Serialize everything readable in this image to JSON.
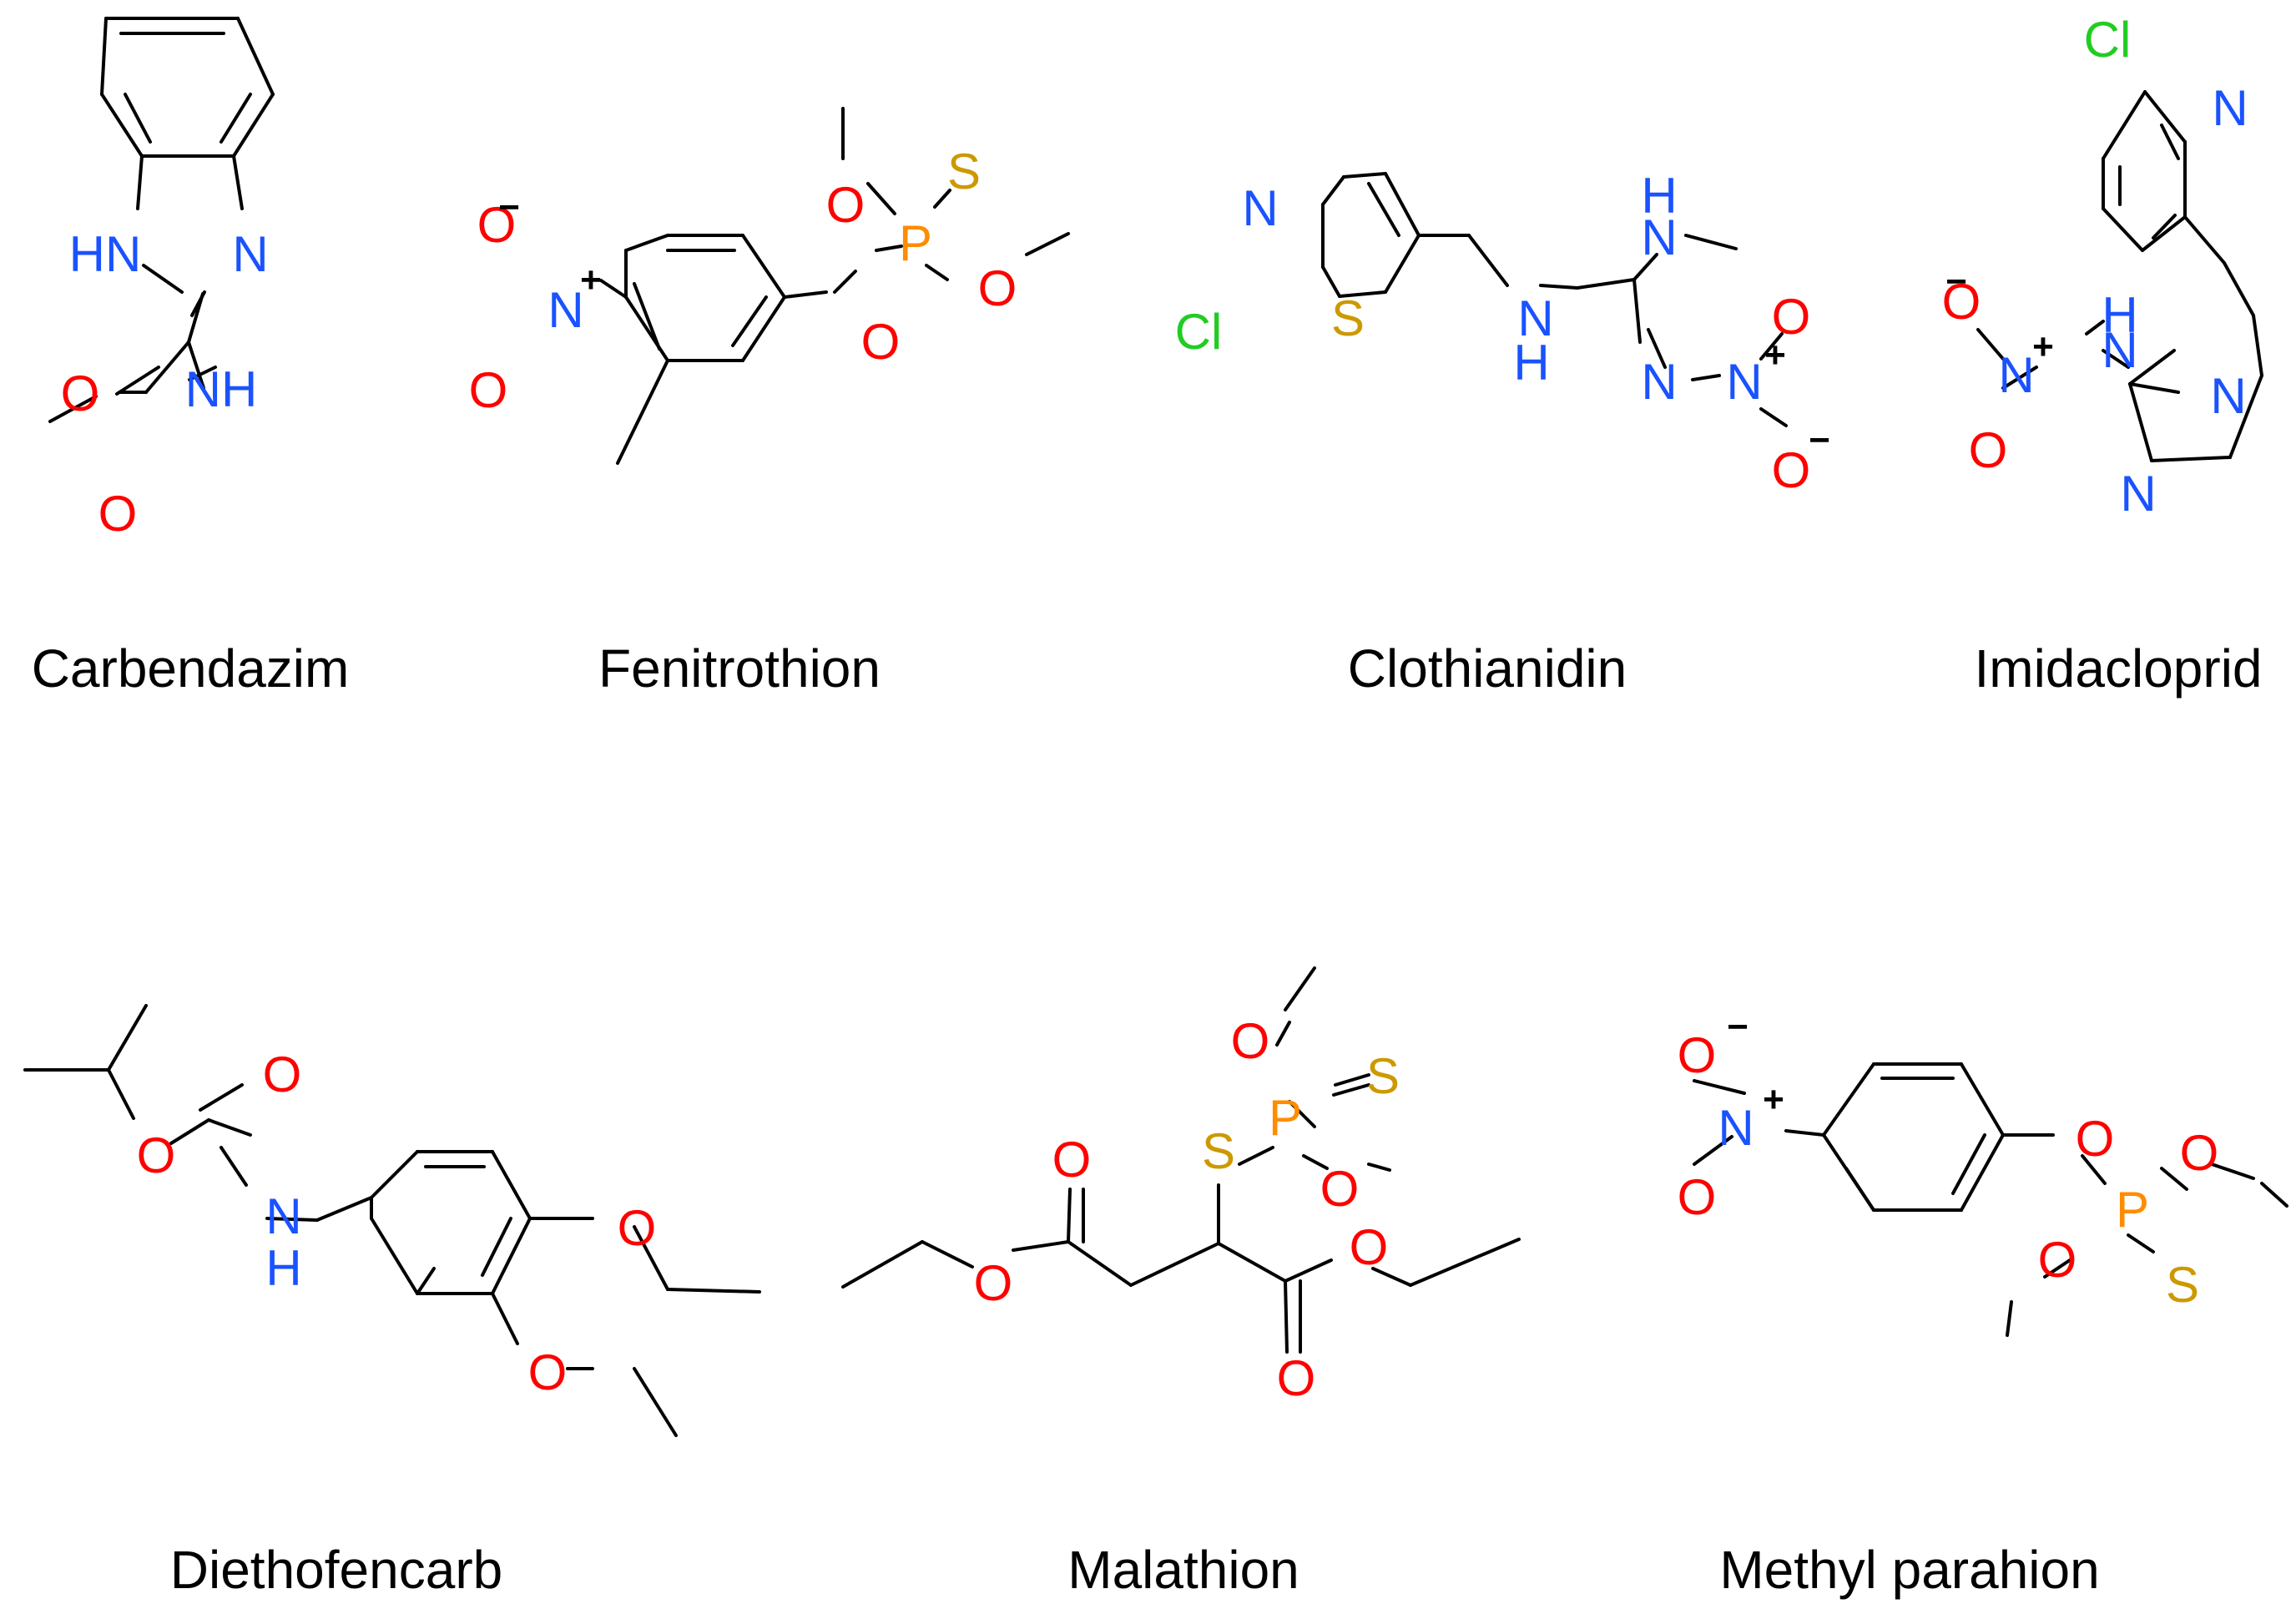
{
  "colors": {
    "bond": "#000000",
    "O": "#ff0000",
    "N": "#1a52ff",
    "S": "#cc9900",
    "P": "#ff8c00",
    "Cl": "#22cc22"
  },
  "molecules": [
    {
      "id": "carbendazim",
      "name": "Carbendazim",
      "atom_labels": [
        "HN",
        "N",
        "NH",
        "O",
        "O"
      ]
    },
    {
      "id": "fenitrothion",
      "name": "Fenitrothion",
      "atom_labels": [
        "O",
        "N",
        "+",
        "O",
        "−",
        "O",
        "P",
        "S",
        "O",
        "O"
      ]
    },
    {
      "id": "clothianidin",
      "name": "Clothianidin",
      "atom_labels": [
        "N",
        "S",
        "Cl",
        "N",
        "H",
        "N",
        "H",
        "N",
        "N",
        "+",
        "O",
        "O",
        "−"
      ]
    },
    {
      "id": "imidacloprid",
      "name": "Imidacloprid",
      "atom_labels": [
        "Cl",
        "N",
        "N",
        "N",
        "N",
        "H",
        "N",
        "+",
        "O",
        "−",
        "O"
      ]
    },
    {
      "id": "diethofencarb",
      "name": "Diethofencarb",
      "atom_labels": [
        "O",
        "O",
        "N",
        "H",
        "O",
        "O"
      ]
    },
    {
      "id": "malathion",
      "name": "Malathion",
      "atom_labels": [
        "O",
        "O",
        "S",
        "P",
        "S",
        "O",
        "O",
        "O",
        "O"
      ]
    },
    {
      "id": "methyl-parathion",
      "name": "Methyl parahion",
      "atom_labels": [
        "O",
        "N",
        "+",
        "O",
        "−",
        "O",
        "P",
        "O",
        "O",
        "S"
      ]
    }
  ]
}
